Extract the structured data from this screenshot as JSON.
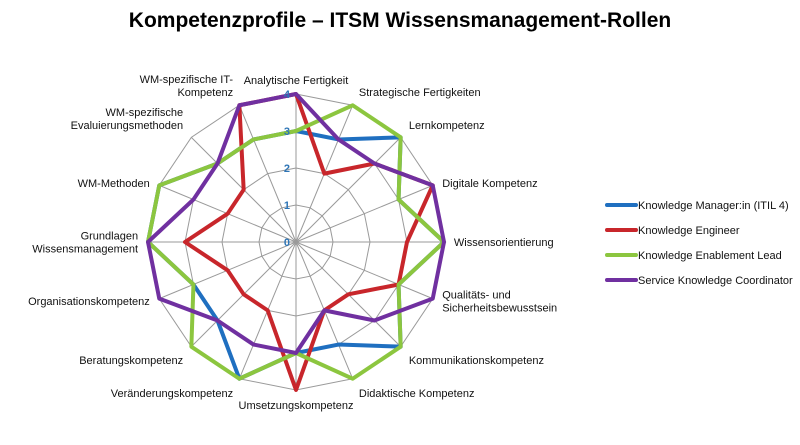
{
  "chart_data": {
    "type": "radar",
    "title": "Kompetenzprofile – ITSM Wissensmanagement-Rollen",
    "categories": [
      "Analytische Fertigkeit",
      "Strategische Fertigkeiten",
      "Lernkompetenz",
      "Digitale Kompetenz",
      "Wissensorientierung",
      "Qualitäts- und\nSicherheitsbewusstsein",
      "Kommunikationskompetenz",
      "Didaktische Kompetenz",
      "Umsetzungskompetenz",
      "Veränderungskompetenz",
      "Beratungskompetenz",
      "Organisationskompetenz",
      "Grundlagen\nWissensmanagement",
      "WM-Methoden",
      "WM-spezifische\nEvaluierungsmethoden",
      "WM-spezifische IT-\nKompetenz"
    ],
    "rlim": [
      0,
      4
    ],
    "ticks": [
      "0",
      "1",
      "2",
      "3",
      "4"
    ],
    "grid": true,
    "legend_position": "right",
    "series": [
      {
        "name": "Knowledge Manager:in (ITIL 4)",
        "color": "#1f6fc0",
        "values": [
          3,
          3,
          4,
          3,
          4,
          3,
          4,
          3,
          3,
          4,
          3,
          3,
          4,
          4,
          3,
          3
        ]
      },
      {
        "name": "Knowledge Engineer",
        "color": "#c8262b",
        "values": [
          4,
          2,
          3,
          4,
          3,
          3,
          2,
          2,
          4,
          2,
          2,
          2,
          3,
          2,
          2,
          4
        ]
      },
      {
        "name": "Knowledge Enablement Lead",
        "color": "#8cc63f",
        "values": [
          3,
          4,
          4,
          3,
          4,
          3,
          4,
          4,
          3,
          4,
          4,
          3,
          4,
          4,
          3,
          3
        ]
      },
      {
        "name": "Service Knowledge Coordinator",
        "color": "#7030a0",
        "values": [
          4,
          3,
          3,
          4,
          4,
          4,
          3,
          2,
          3,
          3,
          3,
          4,
          4,
          3,
          3,
          4
        ]
      }
    ]
  }
}
